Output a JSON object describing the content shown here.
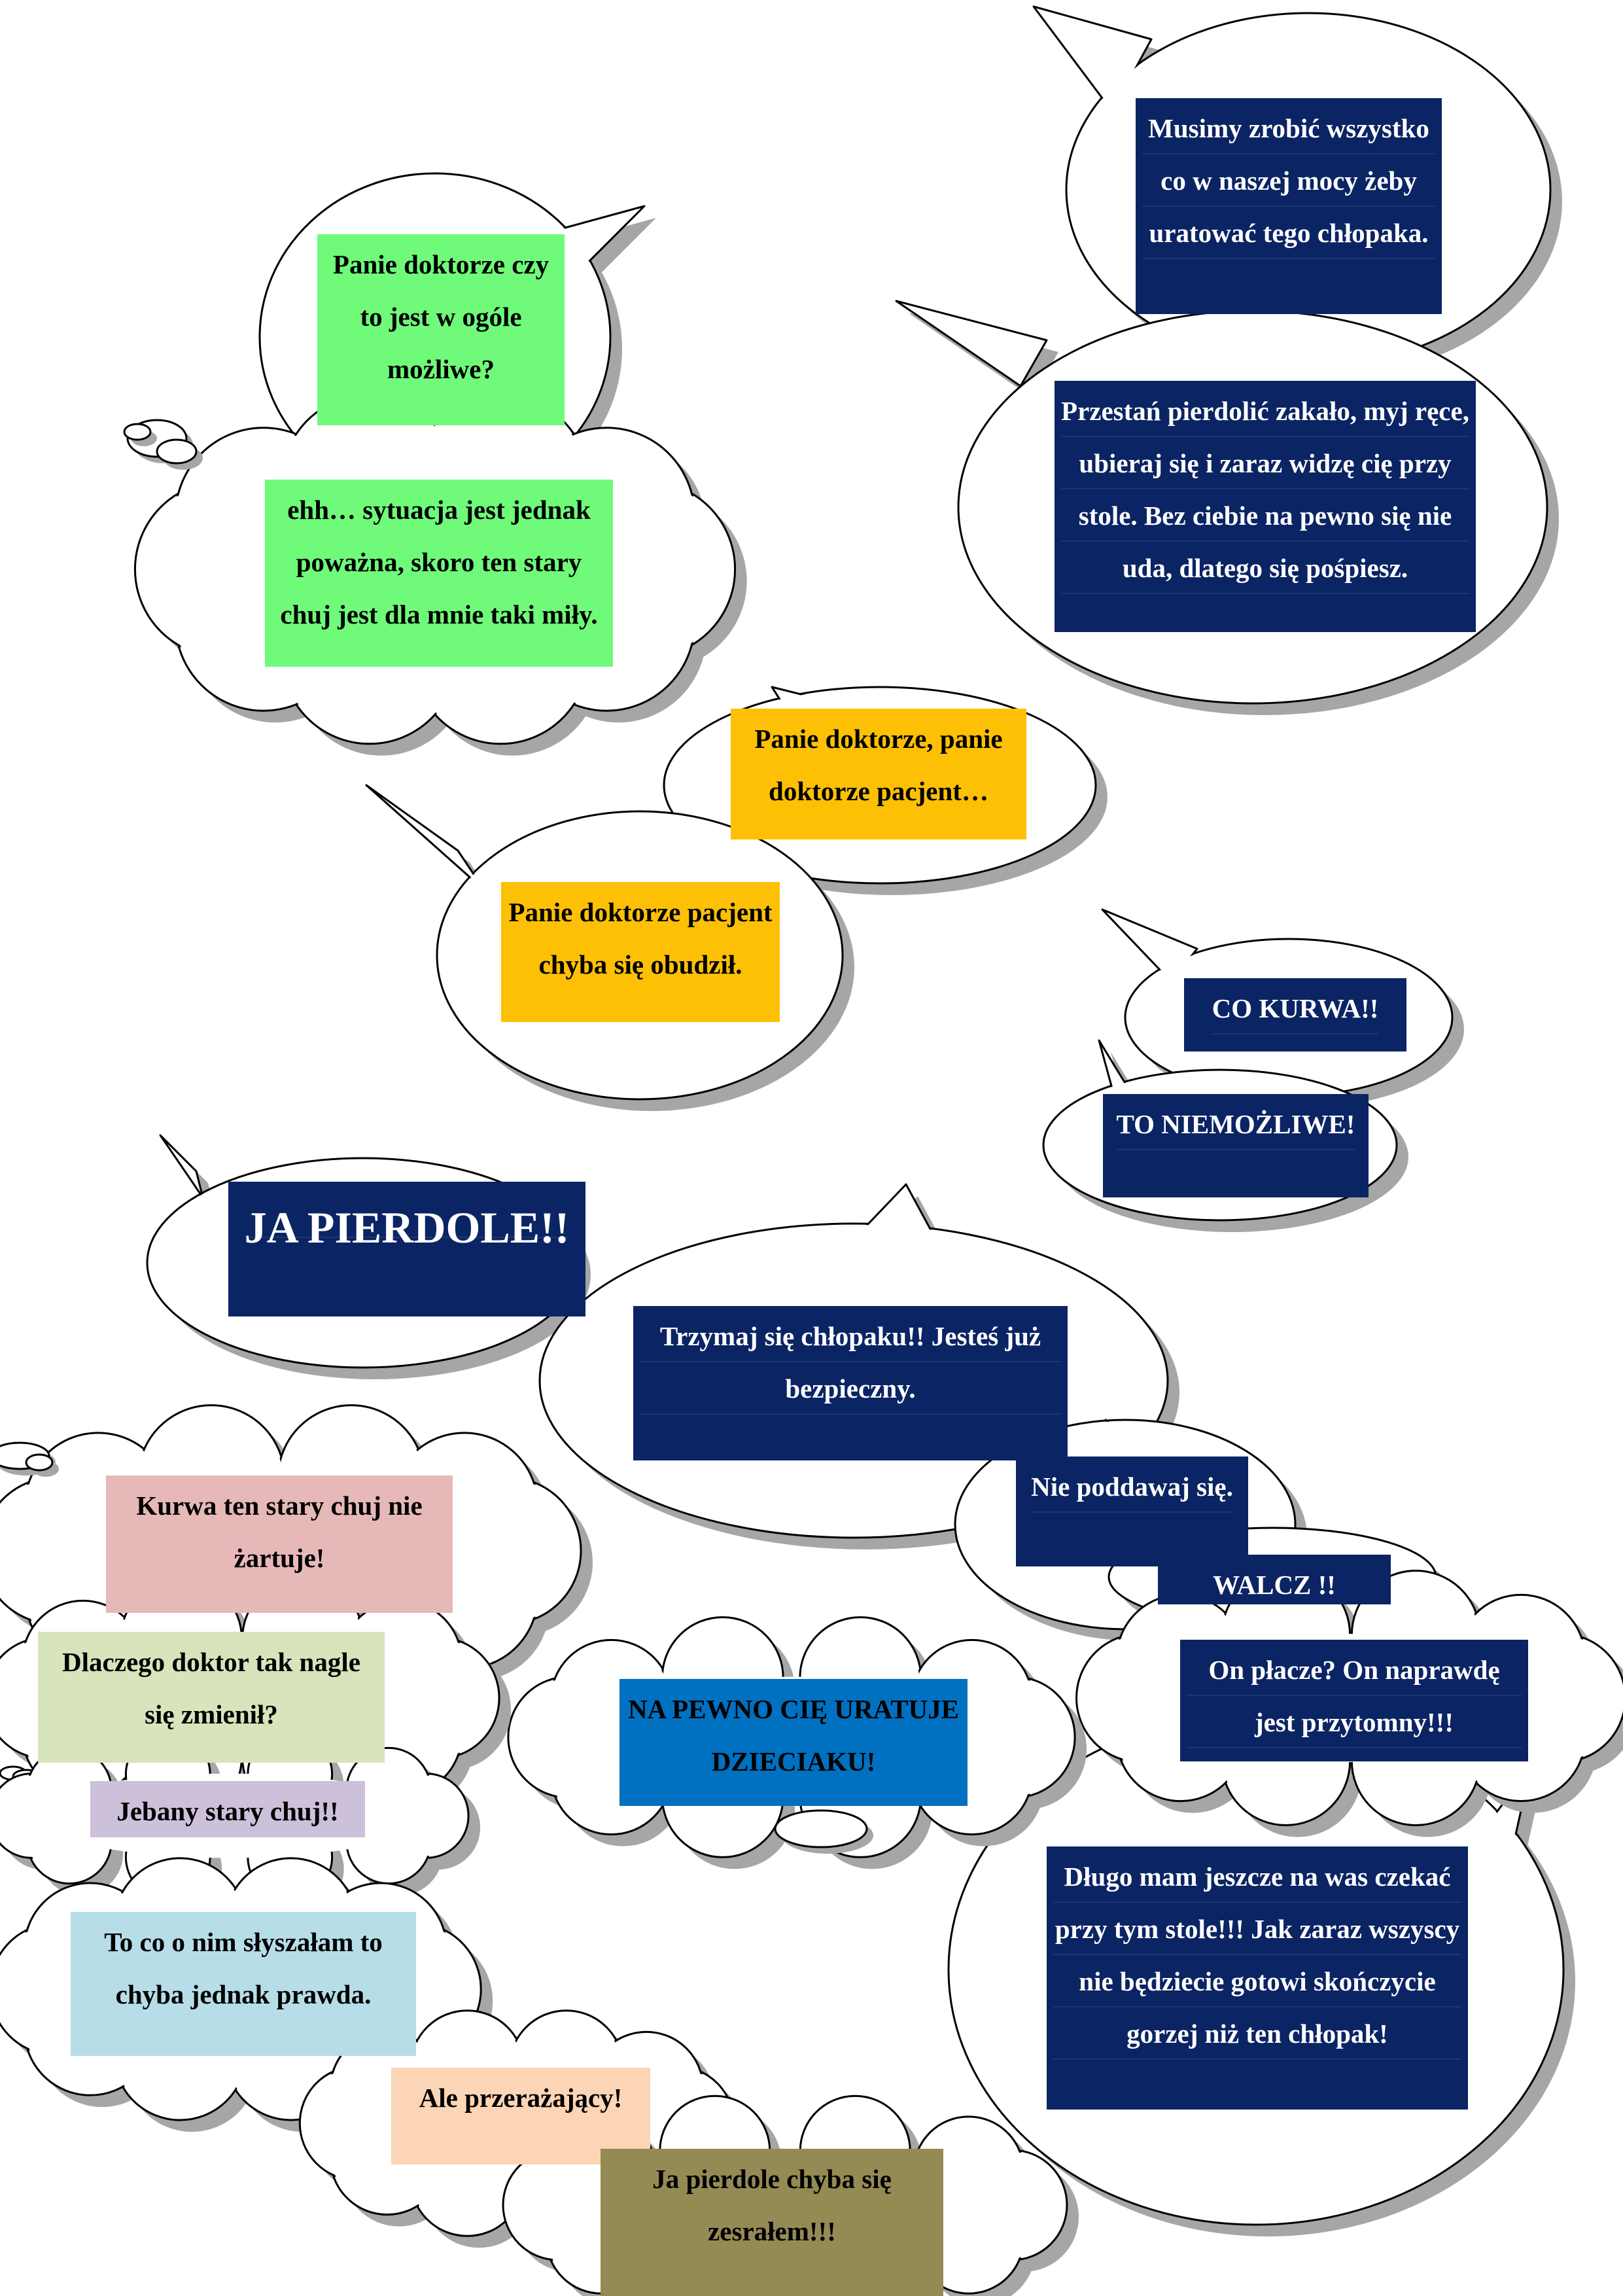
{
  "bubbles": [
    {
      "id": "b1",
      "text": "Panie doktorze czy to jest w ogóle możliwe?"
    },
    {
      "id": "b2",
      "text": "ehh… sytuacja jest jednak poważna, skoro ten stary chuj jest dla mnie taki miły."
    },
    {
      "id": "b3",
      "text": "Musimy zrobić wszystko co w naszej mocy żeby uratować tego chłopaka."
    },
    {
      "id": "b4",
      "text": "Przestań pierdolić zakało, myj ręce, ubieraj się i zaraz widzę cię przy stole. Bez ciebie na pewno się nie uda, dlatego się pośpiesz."
    },
    {
      "id": "b5",
      "text": "Panie doktorze, panie doktorze pacjent…"
    },
    {
      "id": "b6",
      "text": "Panie doktorze pacjent chyba się obudził."
    },
    {
      "id": "b7",
      "text": "CO KURWA!!"
    },
    {
      "id": "b8",
      "text": "TO NIEMOŻLIWE!"
    },
    {
      "id": "b9",
      "text": "JA PIERDOLE!!"
    },
    {
      "id": "b10",
      "text": "Trzymaj się chłopaku!! Jesteś już bezpieczny."
    },
    {
      "id": "b11",
      "text": "Nie poddawaj się."
    },
    {
      "id": "b12",
      "text": "WALCZ !!"
    },
    {
      "id": "b13",
      "text": "On płacze? On naprawdę jest przytomny!!!"
    },
    {
      "id": "b14",
      "text": "Długo mam jeszcze na was czekać przy tym stole!!! Jak zaraz wszyscy nie będziecie gotowi skończycie gorzej niż ten chłopak!"
    },
    {
      "id": "b15",
      "text": "NA PEWNO CIĘ URATUJE DZIECIAKU!"
    },
    {
      "id": "b16",
      "text": "Kurwa ten stary chuj nie żartuje!"
    },
    {
      "id": "b17",
      "text": "Dlaczego doktor tak nagle się zmienił?"
    },
    {
      "id": "b18",
      "text": "Jebany stary chuj!!"
    },
    {
      "id": "b19",
      "text": "To co o nim słyszałam to chyba jednak prawda."
    },
    {
      "id": "b20",
      "text": "Ale przerażający!"
    },
    {
      "id": "b21",
      "text": "Ja pierdole chyba się zesrałem!!!"
    }
  ]
}
